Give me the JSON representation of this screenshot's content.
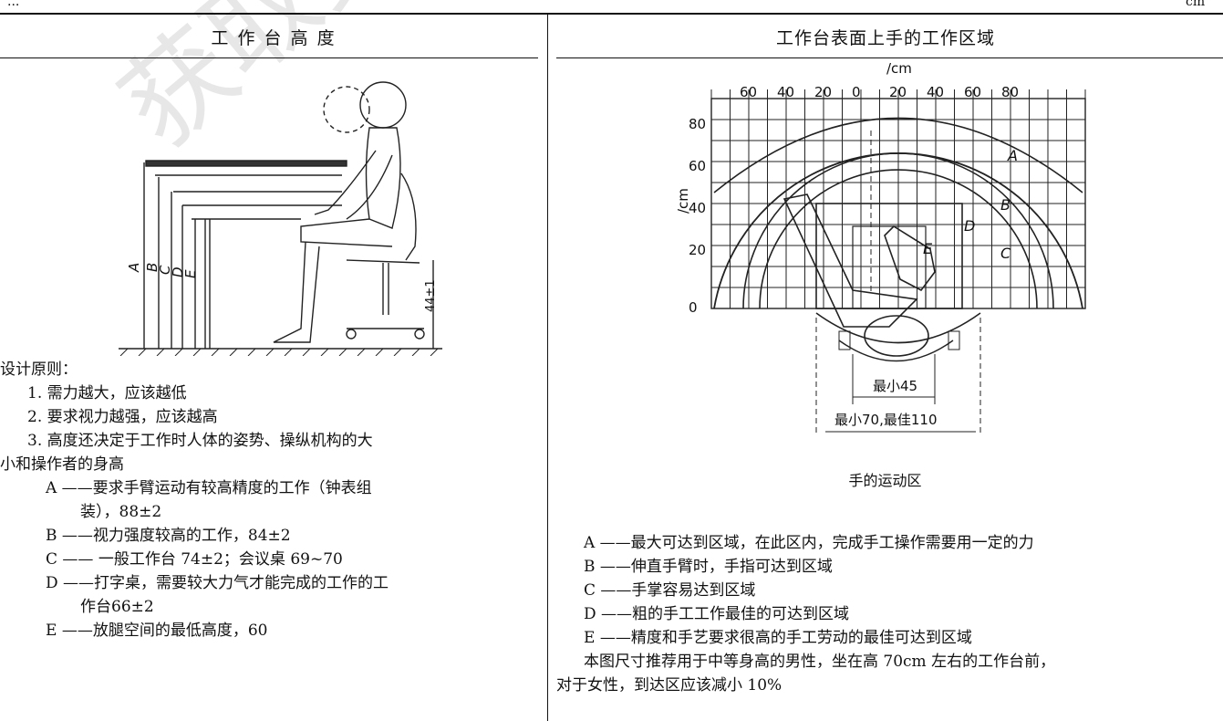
{
  "corner": {
    "left": "...",
    "right": "cm"
  },
  "left": {
    "title": "工 作 台 高 度",
    "figure": {
      "dim_labels": [
        "A",
        "B",
        "C",
        "D",
        "E"
      ],
      "seat_dim": "44±1"
    },
    "lines": [
      "设计原则：",
      "1. 需力越大，应该越低",
      "2. 要求视力越强，应该越高",
      "3. 高度还决定于工作时人体的姿势、操纵机构的大",
      "小和操作者的身高",
      "A ——要求手臂运动有较高精度的工作（钟表组",
      "装），88±2",
      "B ——视力强度较高的工作，84±2",
      "C —— 一般工作台 74±2；会议桌 69~70",
      "D ——打字桌，需要较大力气才能完成的工作的工",
      "作台66±2",
      "E ——放腿空间的最低高度，60"
    ]
  },
  "right": {
    "title": "工作台表面上手的工作区域",
    "chart": {
      "top_unit": "/cm",
      "side_unit": "/cm",
      "x_ticks": [
        "60",
        "40",
        "20",
        "0",
        "20",
        "40",
        "60",
        "80"
      ],
      "y_ticks": [
        "80",
        "60",
        "40",
        "20",
        "0"
      ],
      "zone_labels": [
        "A",
        "B",
        "C",
        "D",
        "E"
      ],
      "dim_min45": "最小45",
      "dim_min70": "最小70,最佳110"
    },
    "caption": "手的运动区",
    "lines": [
      "A ——最大可达到区域，在此区内，完成手工操作需要用一定的力",
      "B ——伸直手臂时，手指可达到区域",
      "C ——手掌容易达到区域",
      "D ——粗的手工工作最佳的可达到区域",
      "E ——精度和手艺要求很高的手工劳动的最佳可达到区域",
      "本图尺寸推荐用于中等身高的男性，坐在高 70cm 左右的工作台前，",
      "对于女性，到达区应该减小 10%"
    ]
  },
  "watermark": "获取更多资料"
}
